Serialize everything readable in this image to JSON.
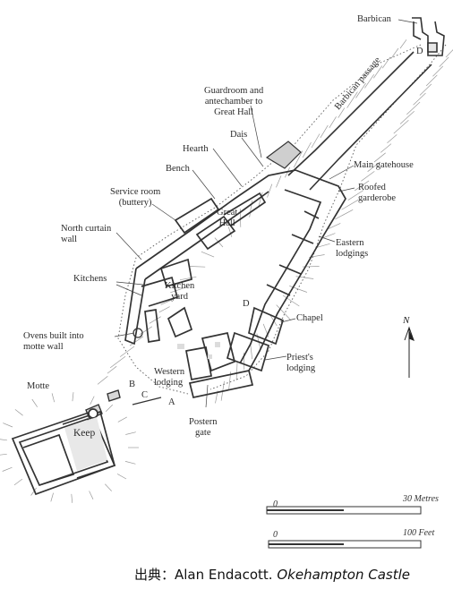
{
  "labels": {
    "barbican": "Barbican",
    "d_top": "D",
    "barbican_passage": "Barbican passage",
    "guardroom": "Guardroom and\nantechamber to\nGreat Hall",
    "dais": "Dais",
    "hearth": "Hearth",
    "bench": "Bench",
    "service_room": "Service room\n(buttery)",
    "main_gatehouse": "Main gatehouse",
    "roofed_garderobe": "Roofed\ngarderobe",
    "great_hall": "Great\nHall",
    "north_curtain": "North curtain\nwall",
    "eastern_lodgings": "Eastern\nlodgings",
    "kitchens": "Kitchens",
    "kitchen_yard": "Kitchen\nyard",
    "d_mid": "D",
    "chapel": "Chapel",
    "ovens": "Ovens built into\nmotte wall",
    "priests_lodging": "Priest's\nlodging",
    "western_lodging": "Western\nlodging",
    "motte": "Motte",
    "b": "B",
    "c": "C",
    "a": "A",
    "keep": "Keep",
    "postern_gate": "Postern\ngate",
    "north": "N"
  },
  "scale": {
    "metres": "30 Metres",
    "feet": "100 Feet",
    "zero": "0"
  },
  "credit": {
    "prefix": "出典：Alan Endacott.",
    "title": "Okehampton Castle"
  }
}
